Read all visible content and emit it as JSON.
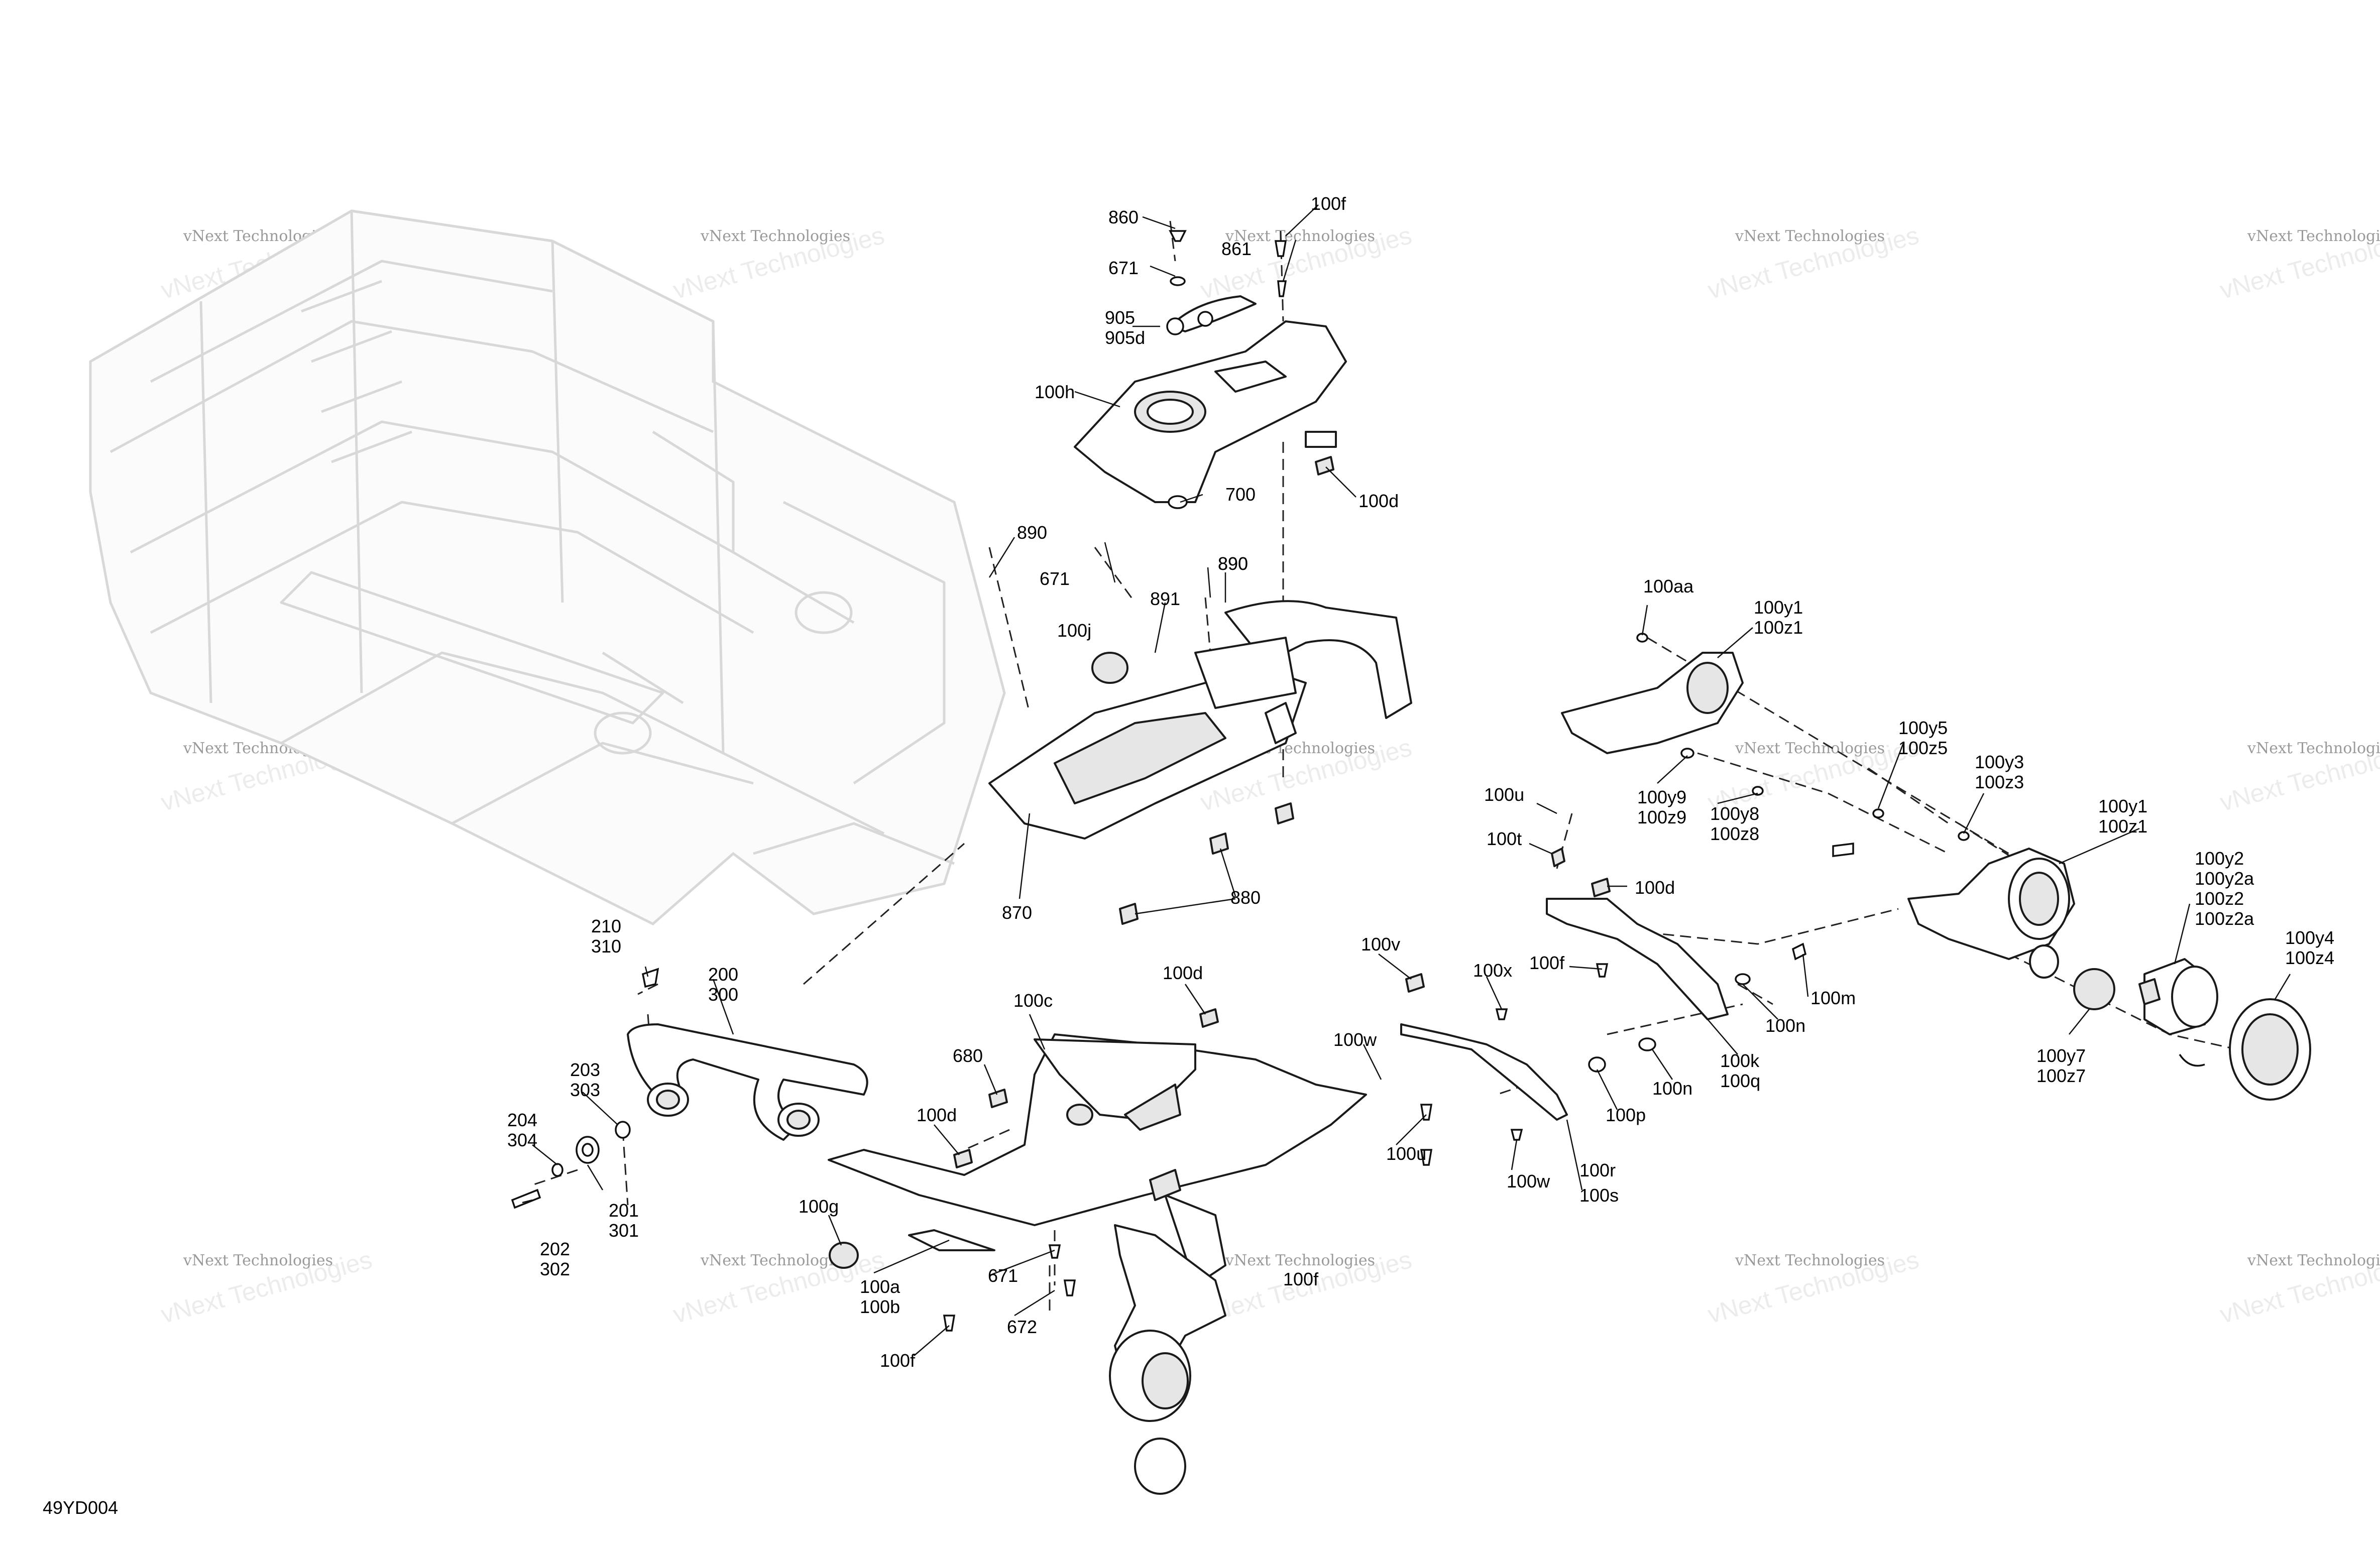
{
  "diagram_id": "49YD004",
  "watermark": {
    "line1": "vNext Technologies",
    "line2": "vNext Technologies"
  },
  "callouts": [
    "860",
    "861",
    "100f",
    "671",
    "905",
    "905d",
    "100h",
    "700",
    "100d",
    "890",
    "890",
    "671",
    "100j",
    "891",
    "890",
    "870",
    "880",
    "210",
    "310",
    "200",
    "300",
    "203",
    "303",
    "204",
    "304",
    "201",
    "301",
    "202",
    "302",
    "100c",
    "100d",
    "680",
    "100d",
    "100g",
    "100a",
    "100b",
    "671",
    "672",
    "100f",
    "100v",
    "100w",
    "100x",
    "100u",
    "100t",
    "100d",
    "100f",
    "100k",
    "100q",
    "100n",
    "100m",
    "100n",
    "100p",
    "100r",
    "100s",
    "100w",
    "100u",
    "100aa",
    "100y1",
    "100z1",
    "100y9",
    "100z9",
    "100y8",
    "100z8",
    "100y5",
    "100z5",
    "100y3",
    "100z3",
    "100y1",
    "100z1",
    "100y2",
    "100y2a",
    "100z2",
    "100z2a",
    "100y4",
    "100z4",
    "100y7",
    "100z7",
    "100f"
  ]
}
